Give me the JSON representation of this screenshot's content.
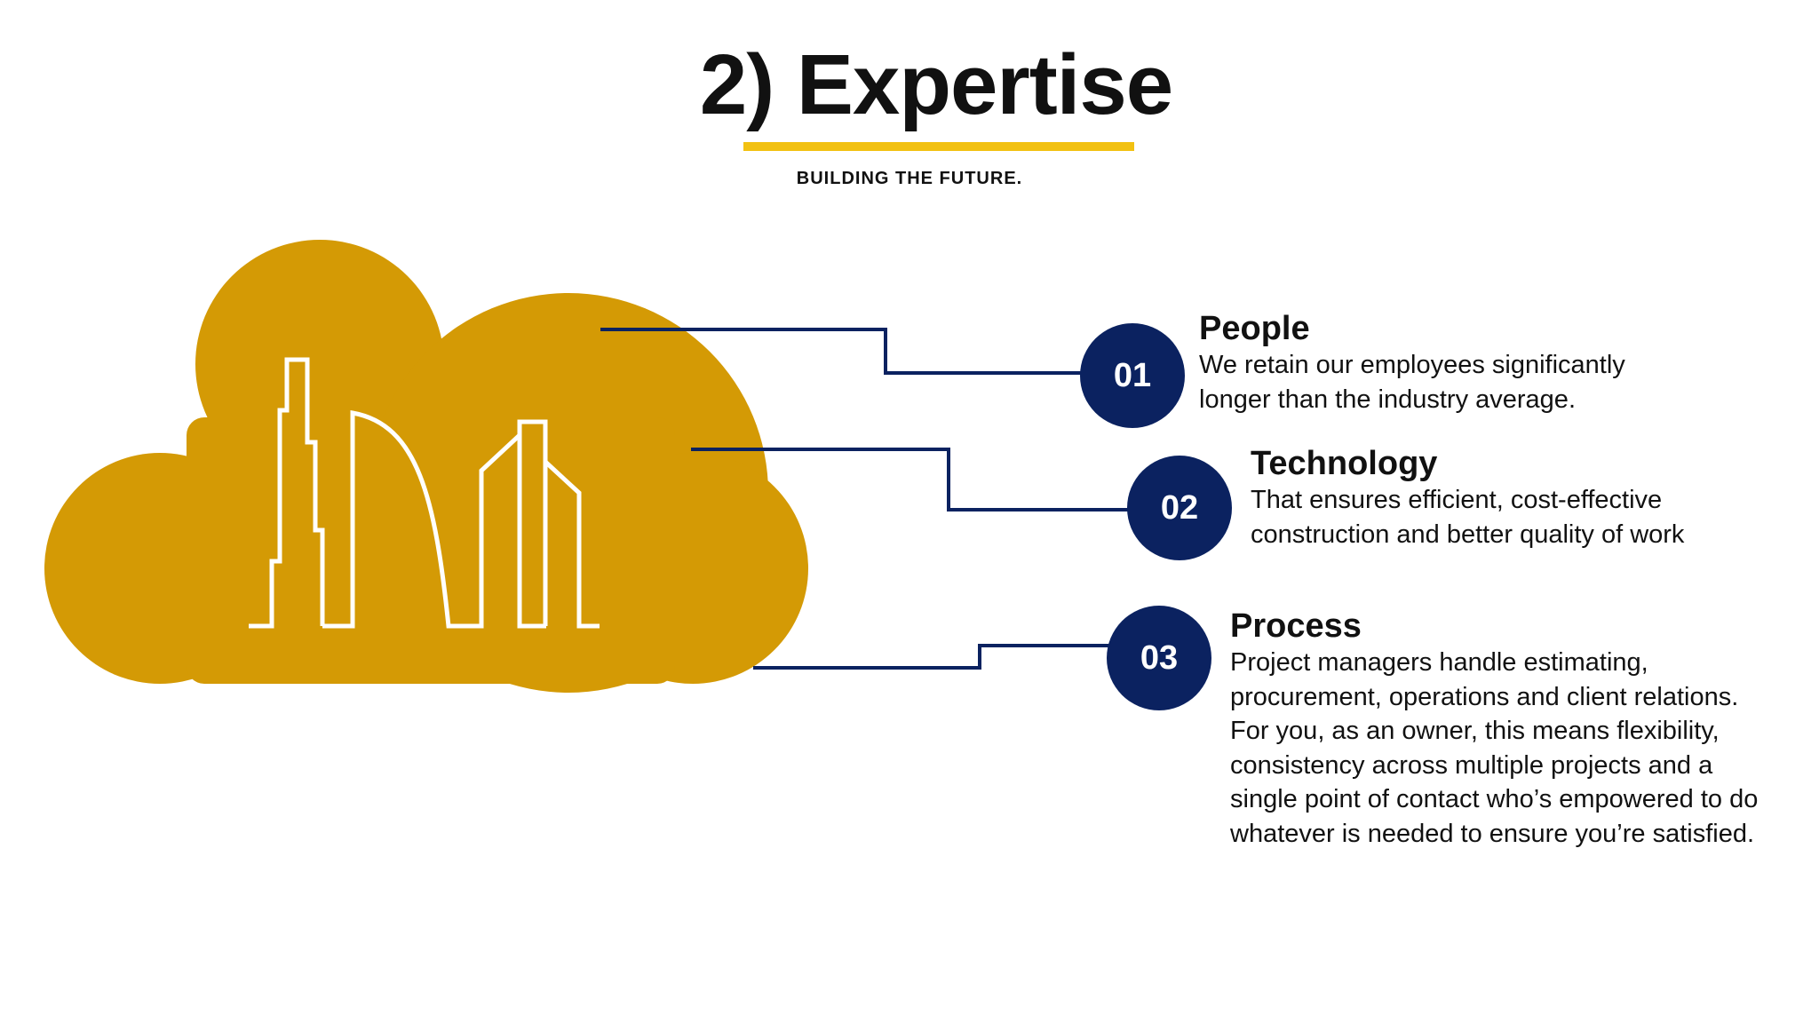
{
  "title": "2) Expertise",
  "tagline": "BUILDING THE FUTURE.",
  "colors": {
    "cloud": "#d49a05",
    "accent_underline": "#f2c112",
    "navy": "#0b2260",
    "skyline_stroke": "#ffffff"
  },
  "icons": {
    "cloud": "cloud-icon",
    "skyline": "city-skyline-icon"
  },
  "items": [
    {
      "number": "01",
      "title": "People",
      "description": "We retain our employees significantly longer than the industry average."
    },
    {
      "number": "02",
      "title": "Technology",
      "description": "That ensures efficient, cost-effective construction and better quality of work"
    },
    {
      "number": "03",
      "title": "Process",
      "description": "Project managers handle estimating, procurement, operations and client relations. For you, as an owner, this means flexibility, consistency across multiple projects and a single point of contact who’s empowered to do whatever is needed to ensure you’re satisfied."
    }
  ]
}
